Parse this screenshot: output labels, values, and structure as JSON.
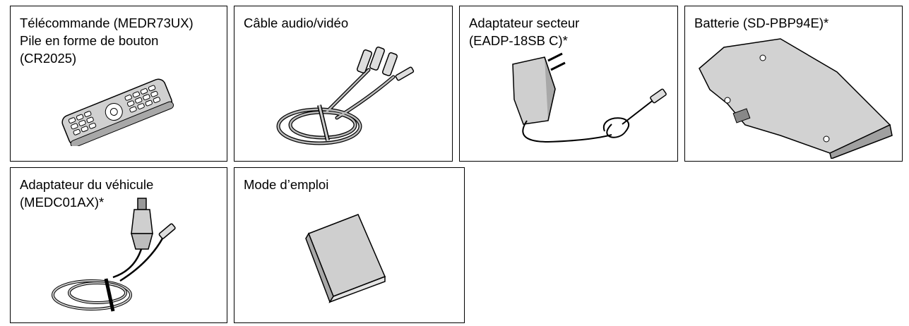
{
  "items": [
    {
      "lines": [
        "Télécommande (MEDR73UX)",
        "Pile en forme de bouton",
        "(CR2025)"
      ]
    },
    {
      "lines": [
        "Câble audio/vidéo"
      ]
    },
    {
      "lines": [
        "Adaptateur secteur",
        "(EADP-18SB C)*"
      ]
    },
    {
      "lines": [
        "Batterie (SD-PBP94E)*"
      ]
    },
    {
      "lines": [
        "Adaptateur du véhicule",
        "(MEDC01AX)*"
      ]
    },
    {
      "lines": [
        "Mode d’emploi"
      ]
    }
  ],
  "colors": {
    "border": "#000000",
    "illustration_fill": "#c8c8c8",
    "background": "#ffffff"
  },
  "icons": [
    "remote-control-icon",
    "av-cable-icon",
    "ac-adapter-icon",
    "battery-pack-icon",
    "car-adapter-icon",
    "manual-booklet-icon"
  ]
}
